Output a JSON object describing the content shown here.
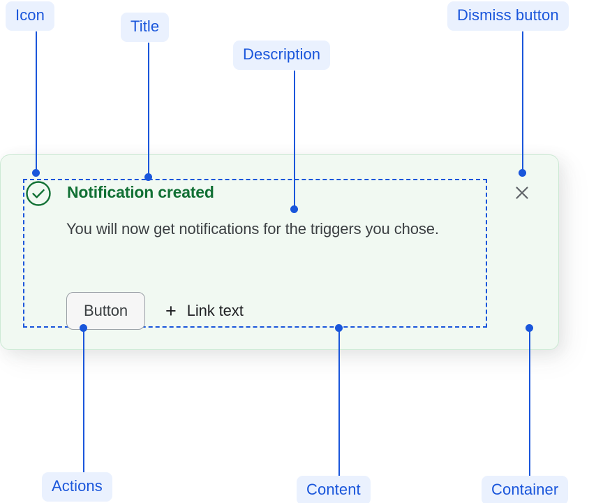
{
  "annotations": [
    {
      "id": "icon",
      "label": "Icon"
    },
    {
      "id": "title",
      "label": "Title"
    },
    {
      "id": "description",
      "label": "Description"
    },
    {
      "id": "dismiss_button",
      "label": "Dismiss button"
    },
    {
      "id": "actions",
      "label": "Actions"
    },
    {
      "id": "content",
      "label": "Content"
    },
    {
      "id": "container",
      "label": "Container"
    }
  ],
  "toast": {
    "status": "success",
    "icon": "check-circle-icon",
    "title": "Notification created",
    "description": "You will now get notifications for the triggers you chose.",
    "actions": {
      "button_label": "Button",
      "link_icon": "plus-icon",
      "link_label": "Link text"
    },
    "dismiss": {
      "icon": "close-icon",
      "label": "Dismiss"
    }
  },
  "colors": {
    "annotation_text": "#1a56db",
    "annotation_background": "#eaf1fe",
    "container_background": "#f1f9f2",
    "container_border": "#cce9d4",
    "title_green": "#117034",
    "body_text": "#3c4043",
    "dismiss_gray": "#5f6368",
    "button_border": "#9aa0a6",
    "button_background": "#f6f6f6"
  }
}
